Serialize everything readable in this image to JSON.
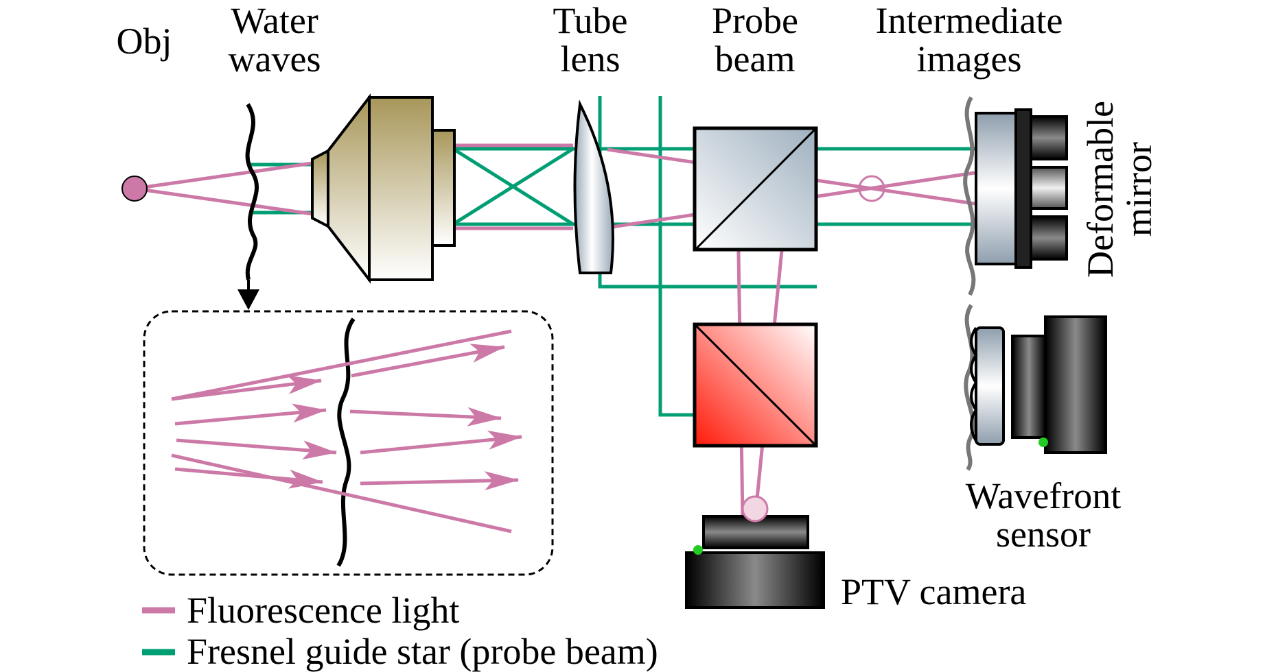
{
  "labels": {
    "obj": "Obj",
    "water_waves": [
      "Water",
      "waves"
    ],
    "tube_lens": [
      "Tube",
      "lens"
    ],
    "probe_beam": [
      "Probe",
      "beam"
    ],
    "intermediate_images": [
      "Intermediate",
      "images"
    ],
    "deformable_mirror": [
      "Deformable",
      "mirror"
    ],
    "wavefront_sensor": [
      "Wavefront",
      "sensor"
    ],
    "ptv_camera": "PTV camera"
  },
  "legend": {
    "items": [
      {
        "label": "Fluorescence light",
        "color": "#cc79a7"
      },
      {
        "label": "Fresnel guide star (probe beam)",
        "color": "#009e73"
      }
    ]
  },
  "colors": {
    "fluorescence": "#cc79a7",
    "probe": "#009e73",
    "splitter_top": "#aebbc7",
    "splitter_bottom": "#ff2a1a",
    "objective": "#a8975a"
  }
}
